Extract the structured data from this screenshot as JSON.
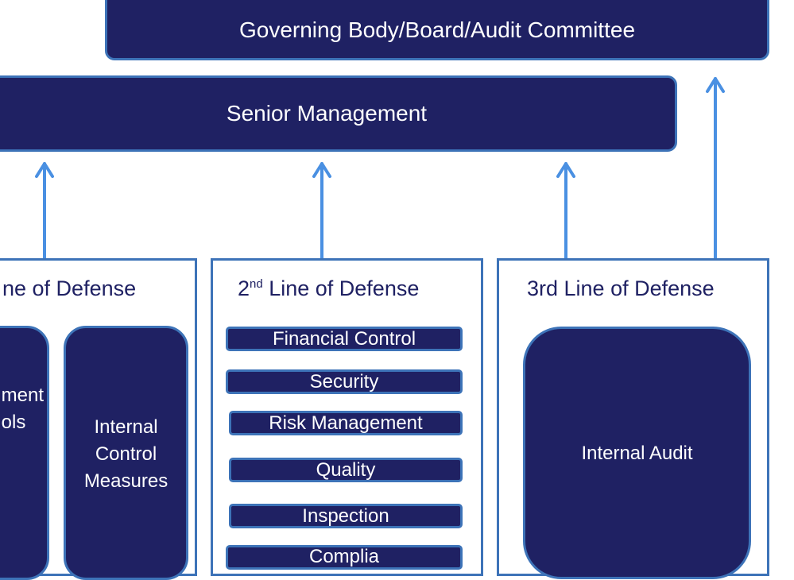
{
  "governing_body": "Governing Body/Board/Audit Committee",
  "senior_management": "Senior Management",
  "line1": {
    "title": "ne of Defense",
    "boxes": [
      "ment\nols",
      "Internal\nControl\nMeasures"
    ]
  },
  "line2": {
    "title_prefix": "2",
    "title_sup": "nd",
    "title_suffix": " Line of Defense",
    "functions": [
      "Financial Control",
      "Security",
      "Risk Management",
      "Quality",
      "Inspection",
      "Complia"
    ]
  },
  "line3": {
    "title": "3rd Line of Defense",
    "box": "Internal Audit"
  },
  "colors": {
    "box_fill": "#1f2163",
    "border": "#3d73b8",
    "arrow": "#4a90e2"
  }
}
